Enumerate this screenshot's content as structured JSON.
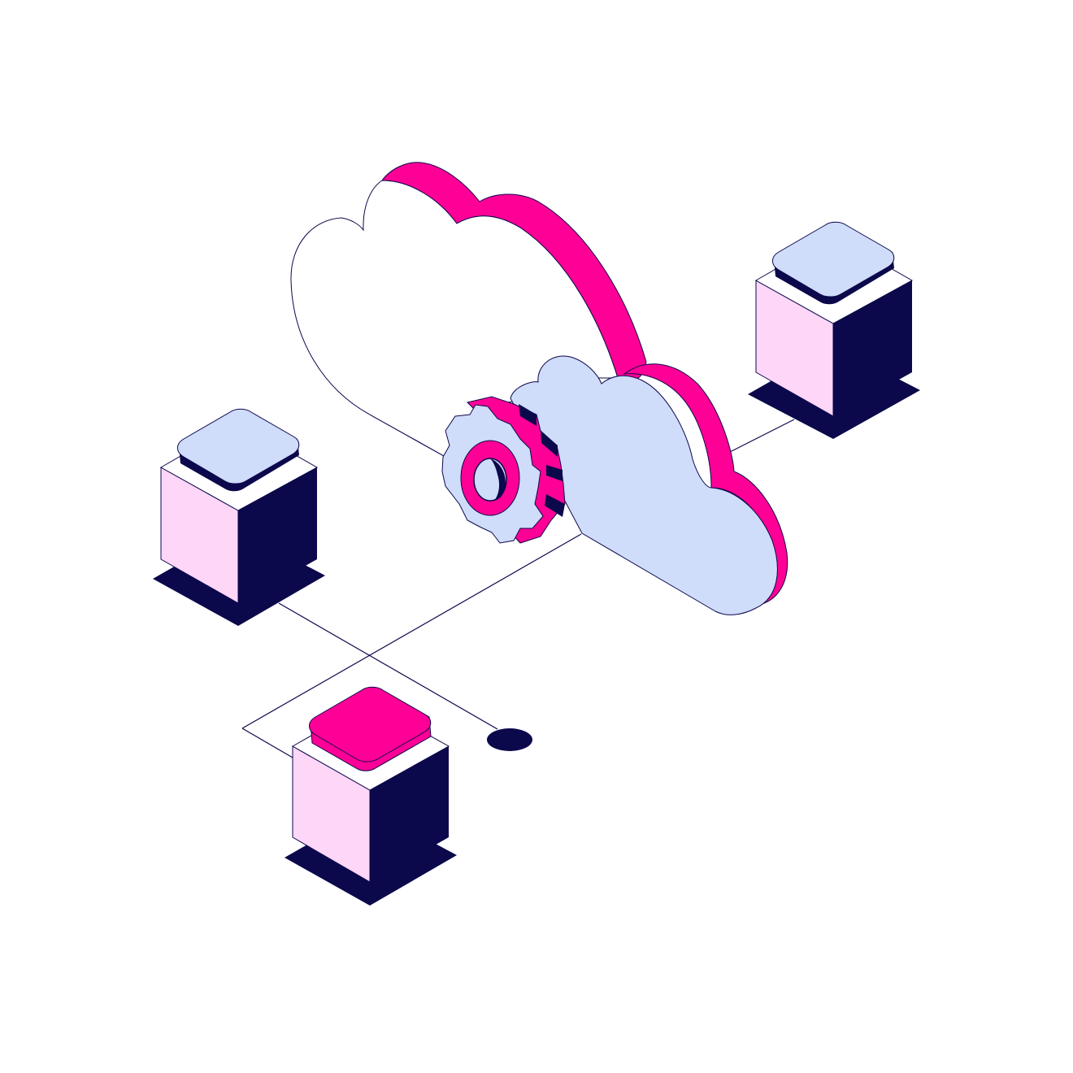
{
  "colors": {
    "background": "#ffffff",
    "navy": "#0c084c",
    "magenta": "#ff0096",
    "pale_blue": "#cfdcfa",
    "pale_pink": "#fdd6f8",
    "outline": "#0c084c"
  },
  "diagram": {
    "nodes": [
      {
        "name": "cloud-back",
        "fill": "#ffffff",
        "edge": "#ff0096"
      },
      {
        "name": "cloud-front",
        "fill": "#cfdcfa",
        "edge": "#ff0096"
      },
      {
        "name": "gear",
        "fill": "#cfdcfa",
        "accent": "#ff0096"
      },
      {
        "name": "server-top-right",
        "cap": "#cfdcfa"
      },
      {
        "name": "server-left",
        "cap": "#cfdcfa"
      },
      {
        "name": "server-bottom",
        "cap": "#ff0096"
      }
    ],
    "icons": [
      "cloud-icon",
      "gear-icon",
      "server-icon"
    ]
  }
}
